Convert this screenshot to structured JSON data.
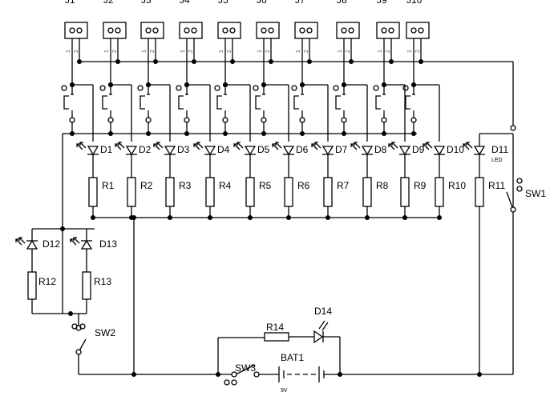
{
  "connectors": [
    "J1",
    "J2",
    "J3",
    "J4",
    "J5",
    "J6",
    "J7",
    "J8",
    "J9",
    "J10"
  ],
  "pin_labels": [
    "1",
    "2"
  ],
  "leds": [
    "D1",
    "D2",
    "D3",
    "D4",
    "D5",
    "D6",
    "D7",
    "D8",
    "D9",
    "D10"
  ],
  "resistors": [
    "R1",
    "R2",
    "R3",
    "R4",
    "R5",
    "R6",
    "R7",
    "R8",
    "R9",
    "R10"
  ],
  "d11": {
    "label": "D11",
    "sub": "LED"
  },
  "r11": "R11",
  "sw1": "SW1",
  "d12": "D12",
  "d13": "D13",
  "r12": "R12",
  "r13": "R13",
  "sw2": "SW2",
  "r14": "R14",
  "d14": "D14",
  "bat1": {
    "label": "BAT1",
    "value": "9V"
  },
  "sw3": "SW3"
}
